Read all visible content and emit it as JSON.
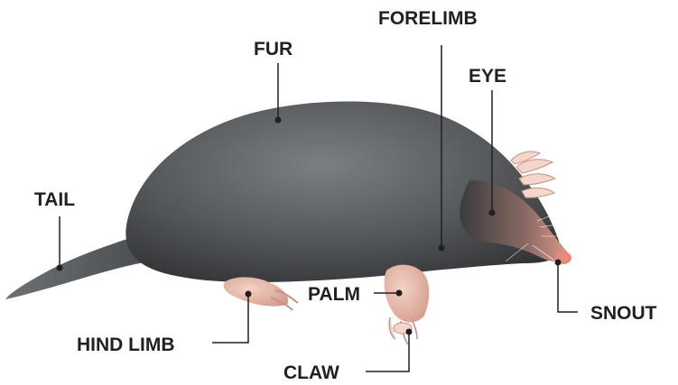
{
  "diagram": {
    "labels": {
      "forelimb": "FORELIMB",
      "fur": "FUR",
      "eye": "EYE",
      "tail": "TAIL",
      "palm": "PALM",
      "snout": "SNOUT",
      "hind_limb": "HIND LIMB",
      "claw": "CLAW"
    }
  },
  "colors": {
    "label_text": "#231f20",
    "leader_line": "#231f20",
    "fur": "#55585a",
    "skin": "#e8b8a8"
  }
}
